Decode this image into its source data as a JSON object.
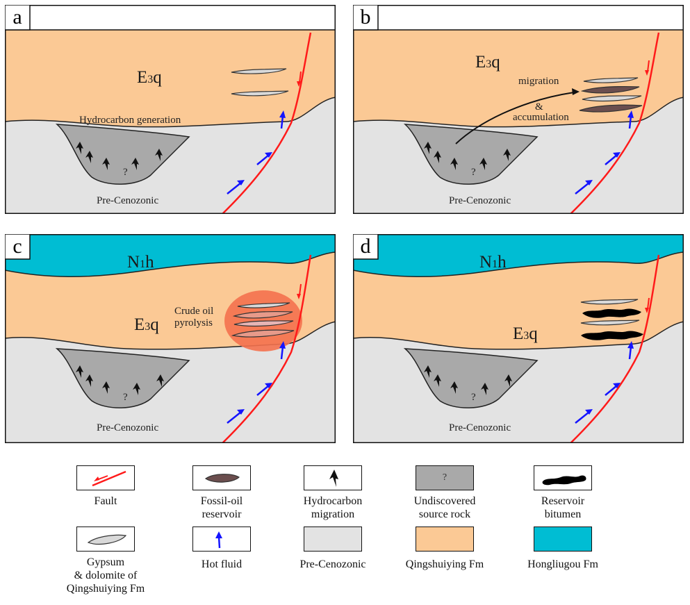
{
  "panels": [
    {
      "letter": "a",
      "formation_main": "E",
      "formation_sub": "3",
      "formation_suffix": "q",
      "label_generation": "Hydrocarbon generation",
      "basement": "Pre-Cenozonic",
      "question": "?"
    },
    {
      "letter": "b",
      "formation_main": "E",
      "formation_sub": "3",
      "formation_suffix": "q",
      "migration": "migration",
      "amp": "&",
      "accumulation": "accumulation",
      "basement": "Pre-Cenozonic",
      "question": "?"
    },
    {
      "letter": "c",
      "top_main": "N",
      "top_sub": "1",
      "top_suffix": "h",
      "formation_main": "E",
      "formation_sub": "3",
      "formation_suffix": "q",
      "pyrolysis_1": "Crude oil",
      "pyrolysis_2": "pyrolysis",
      "basement": "Pre-Cenozonic",
      "question": "?"
    },
    {
      "letter": "d",
      "top_main": "N",
      "top_sub": "1",
      "top_suffix": "h",
      "formation_main": "E",
      "formation_sub": "3",
      "formation_suffix": "q",
      "basement": "Pre-Cenozonic",
      "question": "?"
    }
  ],
  "legend": {
    "fault": "Fault",
    "fossil_oil": [
      "Fossil-oil",
      "reservoir"
    ],
    "hc_migration": [
      "Hydrocarbon",
      "migration"
    ],
    "source_rock": [
      "Undiscovered",
      "source rock"
    ],
    "source_rock_symbol": "?",
    "bitumen": [
      "Reservoir",
      "bitumen"
    ],
    "gypsum": [
      "Gypsum",
      "& dolomite of",
      "Qingshuiying Fm"
    ],
    "hot_fluid": "Hot fluid",
    "pre_cenozoic": "Pre-Cenozonic",
    "qingshuiying": "Qingshuiying Fm",
    "hongliugou": "Hongliugou Fm"
  },
  "colors": {
    "qingshuiying": "#FBC995",
    "pre_cenozoic": "#E3E3E3",
    "hongliugou": "#00BDD3",
    "source_rock": "#A9A9A9",
    "fault": "#FF1A1A",
    "hot_fluid": "#1414FF",
    "fossil_oil": "#6B4E4E",
    "gypsum": "#D9D9D9",
    "bitumen": "#000000",
    "pyrolysis": "#F4714E"
  }
}
